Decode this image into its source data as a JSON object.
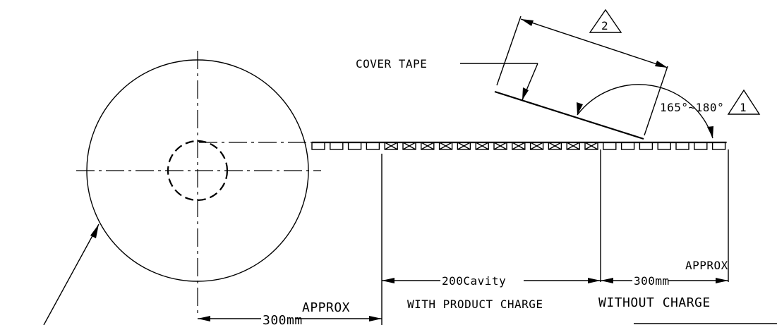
{
  "labels": {
    "cover_tape": "COVER TAPE",
    "approx_right": "APPROX",
    "dim_300_right": "300mm",
    "dim_200": "200Cavity",
    "with_product": "WITH PRODUCT CHARGE",
    "without_charge": "WITHOUT CHARGE",
    "approx_bottom": "APPROX",
    "dim_300_bottom": "300mm",
    "angle": "165°~180°",
    "tri_1": "1",
    "tri_2": "2"
  },
  "tape": {
    "empty_before": 4,
    "filled": 12,
    "empty_after": 7
  }
}
